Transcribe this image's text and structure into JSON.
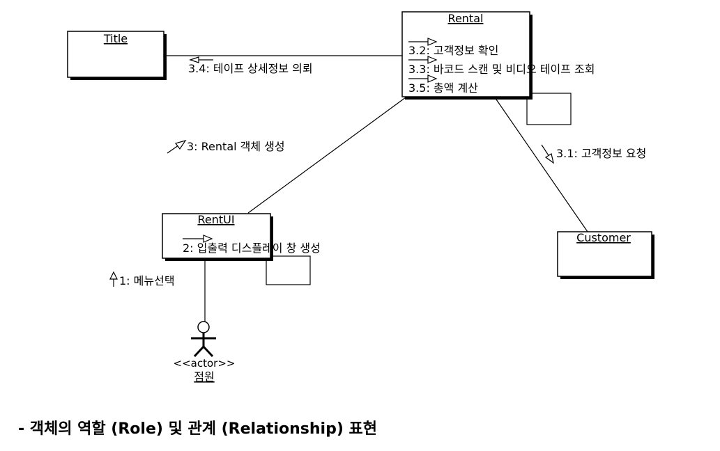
{
  "objects": {
    "title": "Title",
    "rental": "Rental",
    "rentui": "RentUI",
    "customer": "Customer"
  },
  "messages": {
    "m1": "1: 메뉴선택",
    "m2": "2: 입출력 디스플레이 창 생성",
    "m3": "3: Rental 객체 생성",
    "m31": "3.1: 고객정보 요청",
    "m32": "3.2: 고객정보 확인",
    "m33": "3.3: 바코드 스캔 및 비디오 테이프 조회",
    "m34": "3.4: 테이프 상세정보 의뢰",
    "m35": "3.5: 총액 계산"
  },
  "actor": {
    "stereotype": "<<actor>>",
    "name": "점원"
  },
  "caption": "- 객체의 역할 (Role) 및 관계 (Relationship) 표현"
}
